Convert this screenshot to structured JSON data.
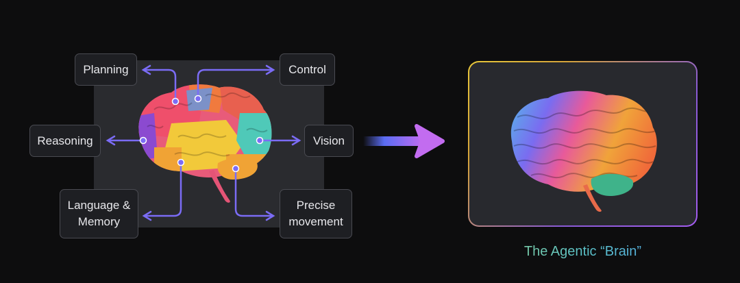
{
  "diagram": {
    "regions": {
      "planning": "Planning",
      "control": "Control",
      "reasoning": "Reasoning",
      "vision": "Vision",
      "language_memory": "Language &\nMemory",
      "precise_movement": "Precise\nmovement"
    },
    "caption": "The Agentic “Brain”",
    "colors": {
      "connector": "#7b6cf6",
      "background": "#0d0d0e",
      "panel": "#2a2b2f",
      "card_border_start": "#e9c83a",
      "card_border_end": "#a35cf0"
    }
  }
}
